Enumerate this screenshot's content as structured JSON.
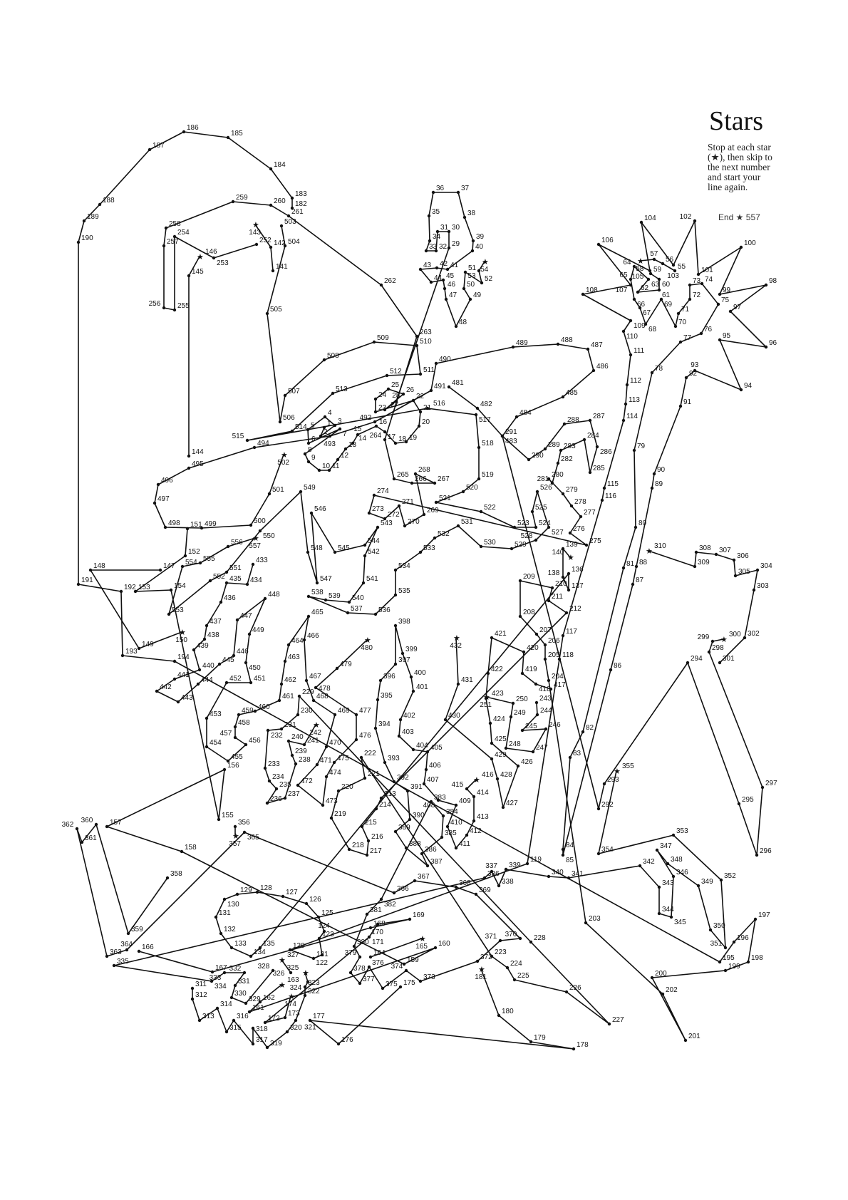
{
  "title": "Stars",
  "instructions": [
    "Stop at each star",
    "(★), then skip to",
    "the next number",
    "and start your",
    "line again."
  ],
  "end_label": "End ★ 557",
  "dots": {
    "first": 1,
    "last": 557
  },
  "stars": [
    54,
    58,
    140,
    143,
    146,
    150,
    163,
    165,
    174,
    181,
    242,
    251,
    300,
    310,
    325,
    327,
    355,
    357,
    416,
    432,
    480,
    502,
    557
  ],
  "colors": {
    "ink": "#111111",
    "paper": "#ffffff"
  }
}
